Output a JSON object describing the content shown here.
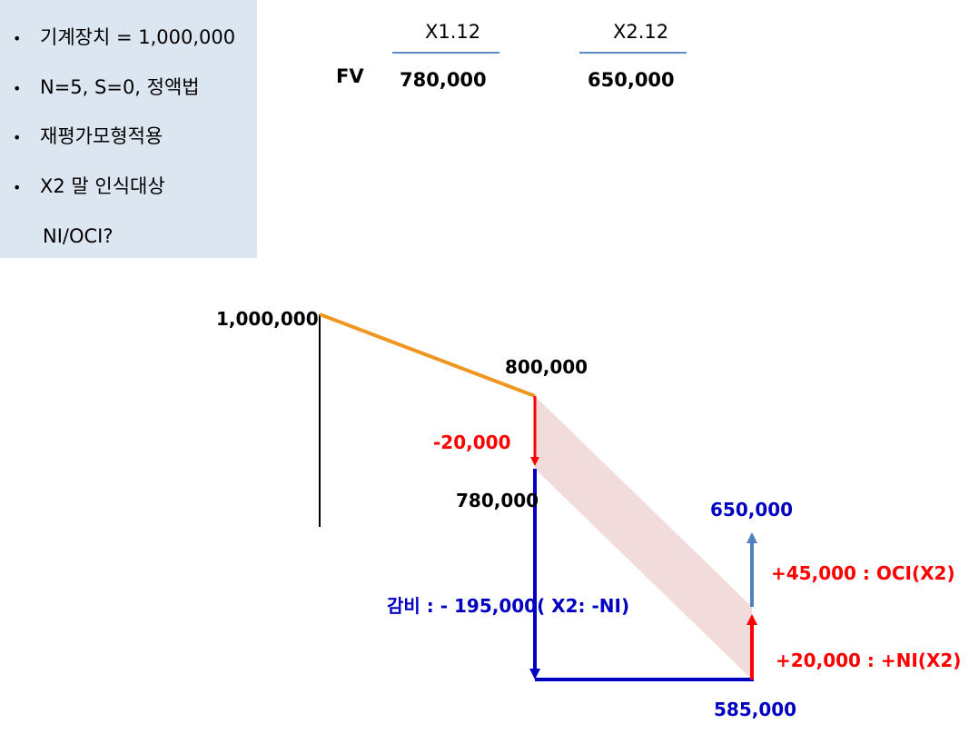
{
  "info": {
    "bullets": [
      "기계장치 = 1,000,000",
      "N=5, S=0, 정액법",
      "재평가모형적용",
      "X2 말 인식대상"
    ],
    "subline": "NI/OCI?",
    "bullet_char": "•"
  },
  "fv_table": {
    "row_label": "FV",
    "columns": [
      {
        "header": "X1.12",
        "value": "780,000"
      },
      {
        "header": "X2.12",
        "value": "650,000"
      }
    ]
  },
  "diagram": {
    "labels": {
      "start": "1,000,000",
      "dep_x1": "800,000",
      "reval_loss": "-20,000",
      "fv_x1": "780,000",
      "dep_x2": "감비 : - 195,000( X2: -NI)",
      "book_x2": "585,000",
      "fv_x2": "650,000",
      "oci": "+45,000 : OCI(X2)",
      "ni_recovery": "+20,000 : +NI(X2)"
    },
    "colors": {
      "depreciation_line": "#f0961e",
      "loss_arrow": "#ff0000",
      "x2_depreciation": "#0000c0",
      "oci_arrow": "#4f81bd",
      "band": "#f2dcdb",
      "info_bg": "#dce6f1"
    }
  }
}
